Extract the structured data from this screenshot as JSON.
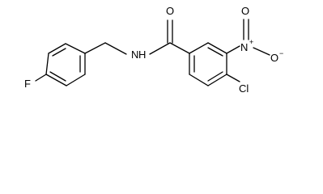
{
  "molecule": {
    "atoms": {
      "fluorine": "F",
      "amide_oxygen": "O",
      "amide_nitrogen": "N",
      "amide_hydrogen": "H",
      "nitro_nitrogen": "N",
      "nitro_plus": "+",
      "nitro_oxygen_top": "O",
      "nitro_oxygen_right": "O",
      "nitro_minus": "−",
      "chlorine": "Cl"
    }
  }
}
